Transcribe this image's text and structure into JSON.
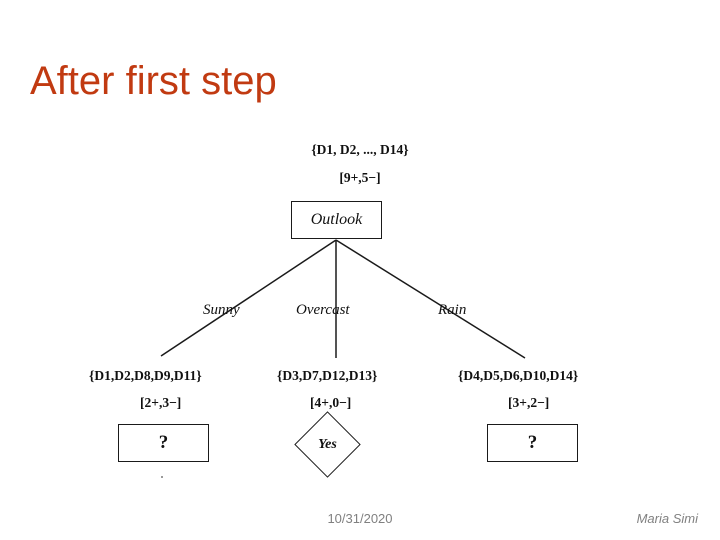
{
  "slide": {
    "title": "After first step",
    "title_color": "#C13A11",
    "background": "#ffffff"
  },
  "diagram": {
    "type": "decision-tree",
    "root": {
      "set": "{D1, D2, ..., D14}",
      "counts": "[9+,5−]",
      "node_label": "Outlook",
      "node_shape": "rectangle"
    },
    "edges": [
      {
        "label": "Sunny"
      },
      {
        "label": "Overcast"
      },
      {
        "label": "Rain"
      }
    ],
    "children": [
      {
        "set": "{D1,D2,D8,D9,D11}",
        "counts": "[2+,3−]",
        "node_label": "?",
        "node_shape": "rectangle"
      },
      {
        "set": "{D3,D7,D12,D13}",
        "counts": "[4+,0−]",
        "node_label": "Yes",
        "node_shape": "diamond"
      },
      {
        "set": "{D4,D5,D6,D10,D14}",
        "counts": "[3+,2−]",
        "node_label": "?",
        "node_shape": "rectangle"
      }
    ],
    "line_color": "#1a1a1a",
    "node_fill": "#ffffff",
    "shadow_color": "#4d4d4d"
  },
  "footer": {
    "date": "10/31/2020",
    "author": "Maria Simi",
    "color": "#808080"
  }
}
